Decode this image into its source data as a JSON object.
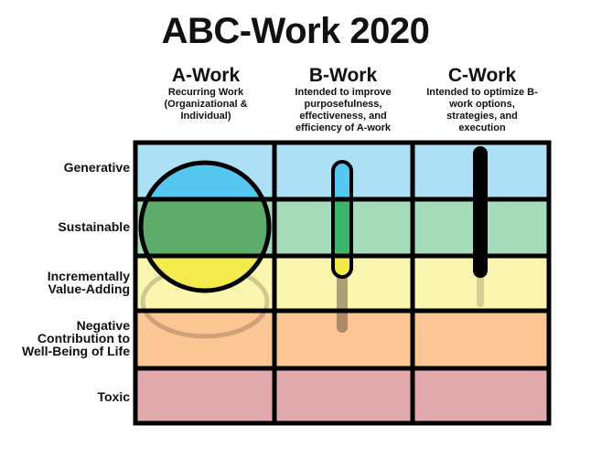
{
  "title": "ABC-Work 2020",
  "columns": [
    {
      "name": "A-Work",
      "desc": "Recurring Work (Organizational & Individual)"
    },
    {
      "name": "B-Work",
      "desc": "Intended to improve purposefulness, effectiveness, and efficiency of A-work"
    },
    {
      "name": "C-Work",
      "desc": "Intended to optimize B-work options, strategies, and execution"
    }
  ],
  "rows": [
    {
      "label": "Generative",
      "color": "#aee0f5"
    },
    {
      "label": "Sustainable",
      "color": "#a6dcbc"
    },
    {
      "label": "Incrementally Value-Adding",
      "color": "#faf6b0"
    },
    {
      "label": "Negative Contribution to Well-Being of Life",
      "color": "#fcc594"
    },
    {
      "label": "Toxic",
      "color": "#e3aaae"
    }
  ],
  "colors": {
    "circle_blue": "#55c7f0",
    "circle_green": "#5fad6c",
    "circle_yellow": "#f3eb4e",
    "bar_green": "#3cb56a",
    "bar_yellow": "#f3e94a",
    "bar_blue": "#55c7f0"
  }
}
